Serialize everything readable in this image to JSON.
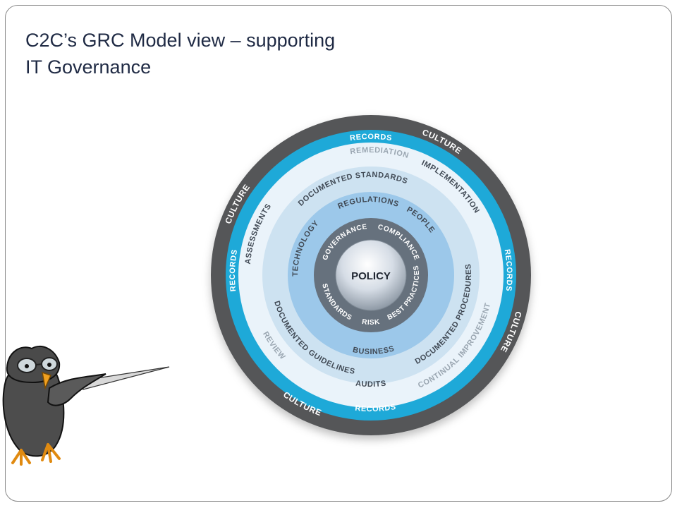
{
  "slide": {
    "title_line1": "C2C’s GRC Model view – supporting",
    "title_line2": "IT Governance"
  },
  "diagram": {
    "center": "POLICY",
    "inner_ring": [
      "GOVERNANCE",
      "COMPLIANCE",
      "BEST PRACTICES",
      "RISK",
      "STANDARDS"
    ],
    "third_ring": [
      "REGULATIONS",
      "PEOPLE",
      "TECHNOLOGY",
      "BUSINESS"
    ],
    "second_ring": [
      "DOCUMENTED STANDARDS",
      "DOCUMENTED PROCEDURES",
      "DOCUMENTED GUIDELINES"
    ],
    "review_ring": [
      "REMEDIATION",
      "IMPLEMENTATION",
      "ASSESSMENTS",
      "CONTINUAL IMPROVEMENT",
      "AUDITS",
      "REVIEW"
    ],
    "records_ring": [
      "RECORDS",
      "RECORDS",
      "RECORDS",
      "RECORDS"
    ],
    "culture_ring": [
      "CULTURE",
      "CULTURE",
      "CULTURE",
      "CULTURE"
    ],
    "colors": {
      "culture": "#555759",
      "records": "#1ea9d8",
      "review": "#eaf3fa",
      "documented": "#cde2f1",
      "pillars": "#9cc8ea",
      "inner": "#66717d",
      "center": "#dde3ea",
      "dark_text": "#414a55",
      "white_text": "#ffffff",
      "grey_text": "#9aa6b1"
    }
  },
  "illustration": {
    "name": "owl-pointing-illustration"
  }
}
